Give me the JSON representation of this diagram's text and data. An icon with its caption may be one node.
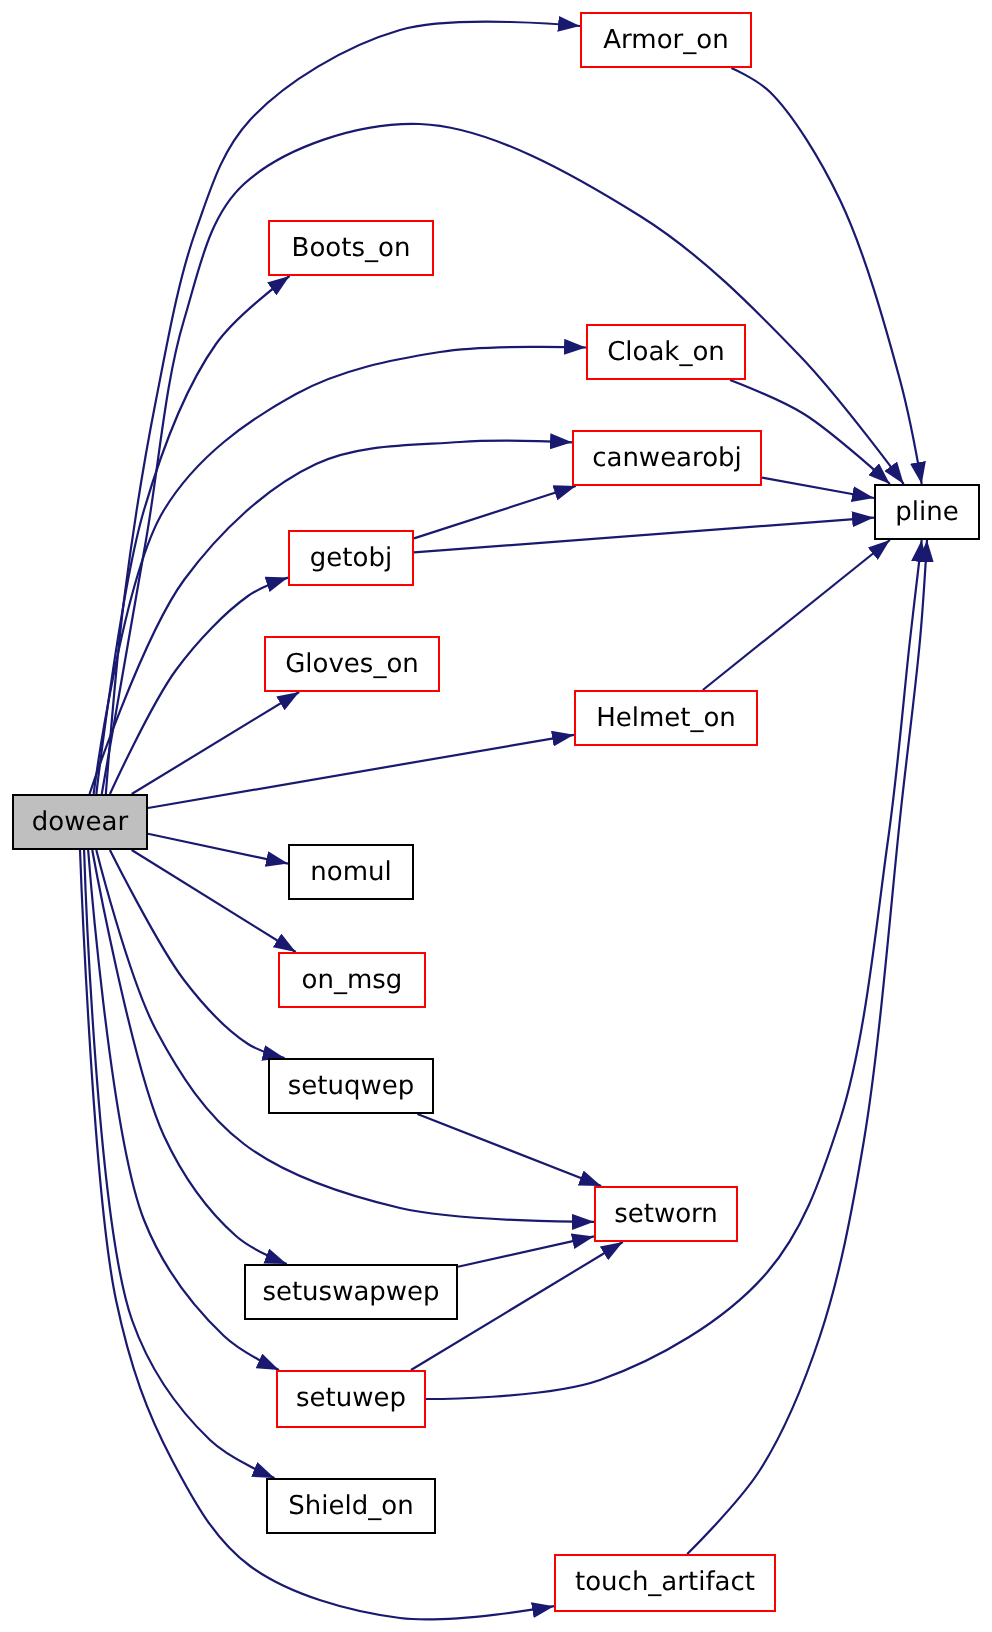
{
  "diagram": {
    "nodes": [
      {
        "text": [
          "dowear"
        ]
      },
      {
        "text": [
          "Armor_on"
        ]
      },
      {
        "text": [
          "Boots_on"
        ]
      },
      {
        "text": [
          "Cloak_on"
        ]
      },
      {
        "text": [
          "canwearobj"
        ]
      },
      {
        "text": [
          "pline"
        ]
      },
      {
        "text": [
          "getobj"
        ]
      },
      {
        "text": [
          "Gloves_on"
        ]
      },
      {
        "text": [
          "Helmet_on"
        ]
      },
      {
        "text": [
          "nomul"
        ]
      },
      {
        "text": [
          "on_msg"
        ]
      },
      {
        "text": [
          "setuqwep"
        ]
      },
      {
        "text": [
          "setworn"
        ]
      },
      {
        "text": [
          "setuswapwep"
        ]
      },
      {
        "text": [
          "setuwep"
        ]
      },
      {
        "text": [
          "Shield_on"
        ]
      },
      {
        "text": [
          "touch_artifact"
        ]
      }
    ],
    "edges": [
      {
        "from": 0,
        "to": 1,
        "arrow": "to"
      },
      {
        "from": 0,
        "to": 5,
        "arrow": "to"
      },
      {
        "from": 0,
        "to": 2,
        "arrow": "to"
      },
      {
        "from": 0,
        "to": 3,
        "arrow": "to"
      },
      {
        "from": 0,
        "to": 4,
        "arrow": "to"
      },
      {
        "from": 0,
        "to": 6,
        "arrow": "to"
      },
      {
        "from": 0,
        "to": 7,
        "arrow": "to"
      },
      {
        "from": 0,
        "to": 8,
        "arrow": "to"
      },
      {
        "from": 0,
        "to": 9,
        "arrow": "to"
      },
      {
        "from": 0,
        "to": 10,
        "arrow": "to"
      },
      {
        "from": 0,
        "to": 11,
        "arrow": "to"
      },
      {
        "from": 0,
        "to": 12,
        "arrow": "to"
      },
      {
        "from": 0,
        "to": 13,
        "arrow": "to"
      },
      {
        "from": 0,
        "to": 14,
        "arrow": "to"
      },
      {
        "from": 0,
        "to": 15,
        "arrow": "to"
      },
      {
        "from": 0,
        "to": 16,
        "arrow": "to"
      },
      {
        "from": 1,
        "to": 5,
        "arrow": "to"
      },
      {
        "from": 3,
        "to": 5,
        "arrow": "to"
      },
      {
        "from": 4,
        "to": 5,
        "arrow": "to"
      },
      {
        "from": 6,
        "to": 4,
        "arrow": "to"
      },
      {
        "from": 6,
        "to": 5,
        "arrow": "to"
      },
      {
        "from": 8,
        "to": 5,
        "arrow": "to"
      },
      {
        "from": 11,
        "to": 12,
        "arrow": "to"
      },
      {
        "from": 13,
        "to": 12,
        "arrow": "to"
      },
      {
        "from": 14,
        "to": 12,
        "arrow": "to"
      },
      {
        "from": 14,
        "to": 5,
        "arrow": "to"
      },
      {
        "from": 16,
        "to": 5,
        "arrow": "to"
      }
    ]
  }
}
